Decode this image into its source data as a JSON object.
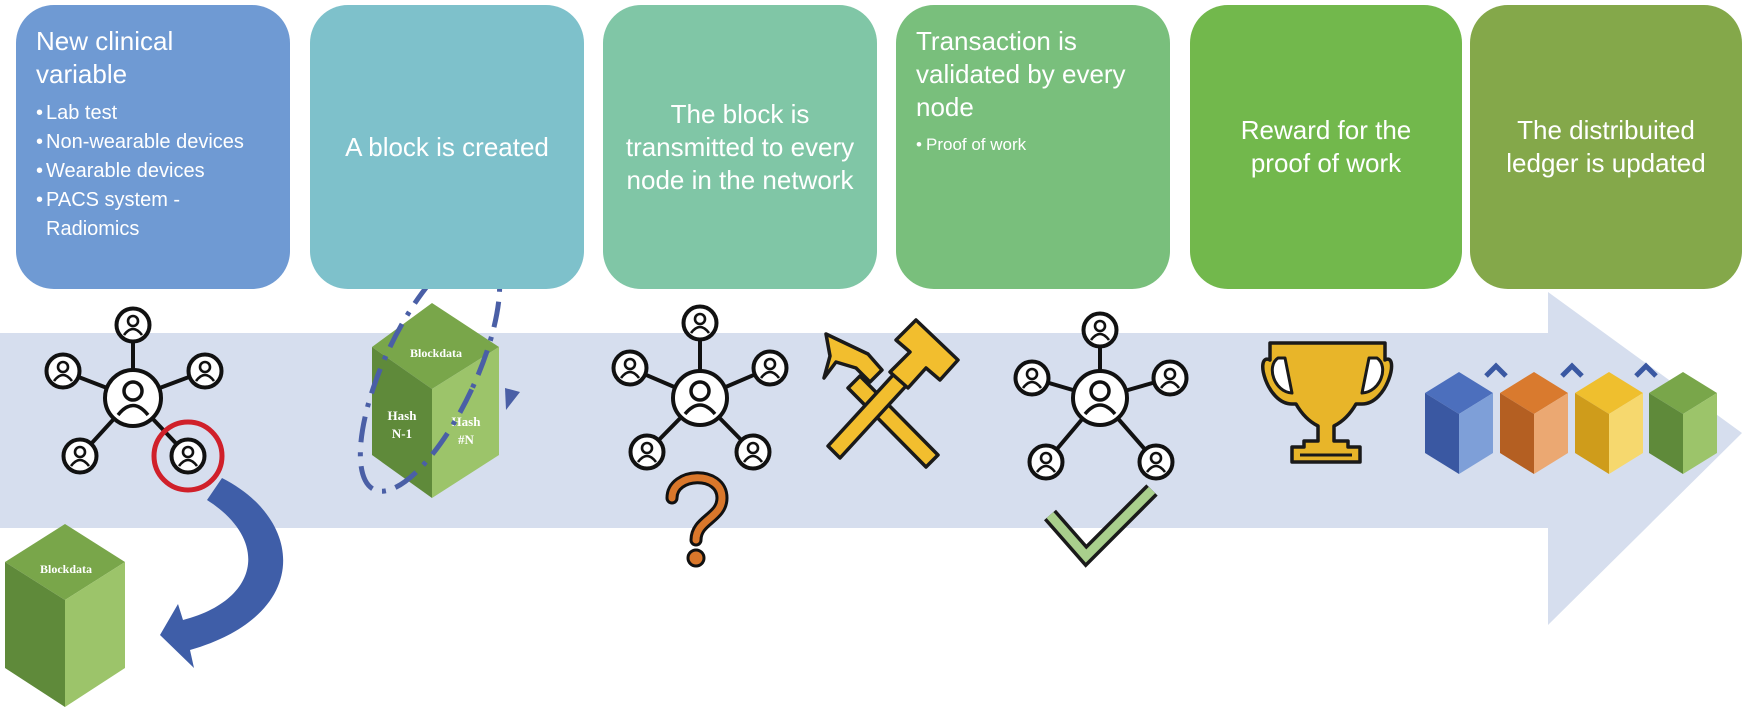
{
  "steps": [
    {
      "title": "New clinical variable",
      "bullets": [
        "Lab test",
        "Non-wearable devices",
        "Wearable devices",
        "PACS system - Radiomics"
      ]
    },
    {
      "title": "A block is created",
      "bullets": []
    },
    {
      "title": "The block is transmitted to every node in the network",
      "bullets": []
    },
    {
      "title": "Transaction is validated by every node",
      "bullets": [
        "Proof of work"
      ]
    },
    {
      "title": "Reward for the proof of work",
      "bullets": []
    },
    {
      "title": "The distribuited ledger is updated",
      "bullets": []
    }
  ],
  "cube_labels": {
    "block_data": "Blockdata",
    "hash_prev": "Hash N-1",
    "hash_prev_line1": "Hash",
    "hash_prev_line2": "N-1",
    "hash_cur": "Hash #N",
    "hash_cur_line1": "Hash",
    "hash_cur_line2": "#N"
  },
  "icons": [
    "network-icon",
    "question-mark-icon",
    "hammer-icon",
    "checkmark-icon",
    "trophy-icon",
    "cube-icon"
  ],
  "colors": {
    "step1": "#6f9ad3",
    "step2": "#7ec1cb",
    "step3": "#80c6a6",
    "step4": "#79bf7c",
    "step5": "#72b84c",
    "step6": "#84a84a",
    "arrow": "#d6deee",
    "curved_arrow": "#3f5ea8",
    "highlight_ring": "#d0202a",
    "hammer": "#f2be2e",
    "trophy": "#e8b529",
    "question": "#d9772b",
    "check": "#a9cf8c"
  }
}
